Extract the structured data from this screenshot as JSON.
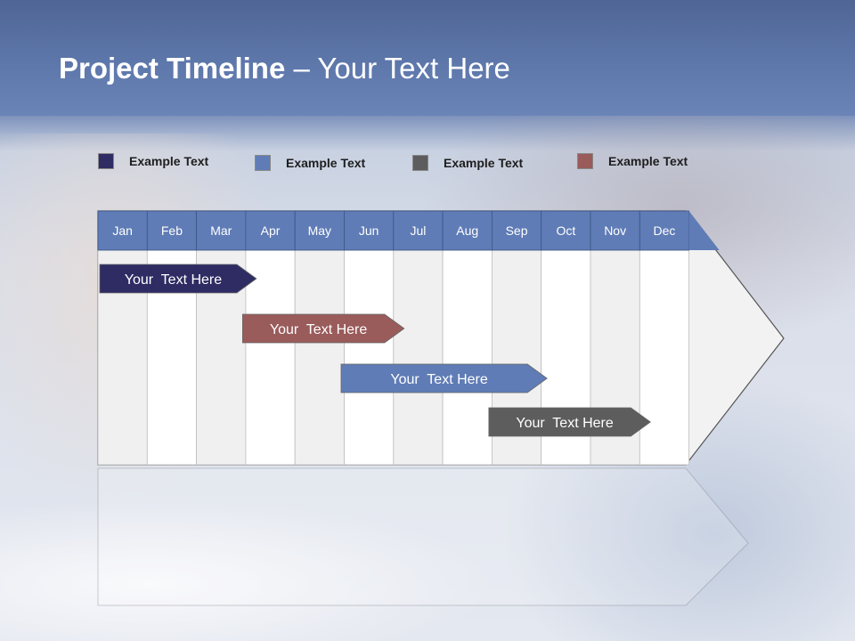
{
  "slide": {
    "title_bold": "Project Timeline",
    "title_rest": " – Your Text Here"
  },
  "legend": [
    {
      "label": "Example Text",
      "color": "#2e2c63"
    },
    {
      "label": "Example Text",
      "color": "#5f7cb6"
    },
    {
      "label": "Example Text",
      "color": "#5d5d5d"
    },
    {
      "label": "Example Text",
      "color": "#9a5b5b"
    }
  ],
  "chart_data": {
    "type": "gantt",
    "months": [
      "Jan",
      "Feb",
      "Mar",
      "Apr",
      "May",
      "Jun",
      "Jul",
      "Aug",
      "Sep",
      "Oct",
      "Nov",
      "Dec"
    ],
    "tasks": [
      {
        "label": "Your  Text Here",
        "start": 1.0,
        "end": 4.0,
        "color": "#2e2c63"
      },
      {
        "label": "Your  Text Here",
        "start": 3.9,
        "end": 7.0,
        "color": "#9a5b5b"
      },
      {
        "label": "Your  Text Here",
        "start": 5.9,
        "end": 9.9,
        "color": "#5f7cb6"
      },
      {
        "label": "Your  Text Here",
        "start": 8.9,
        "end": 12.0,
        "color": "#5d5d5d"
      }
    ],
    "header_color": "#5f7cb6"
  }
}
